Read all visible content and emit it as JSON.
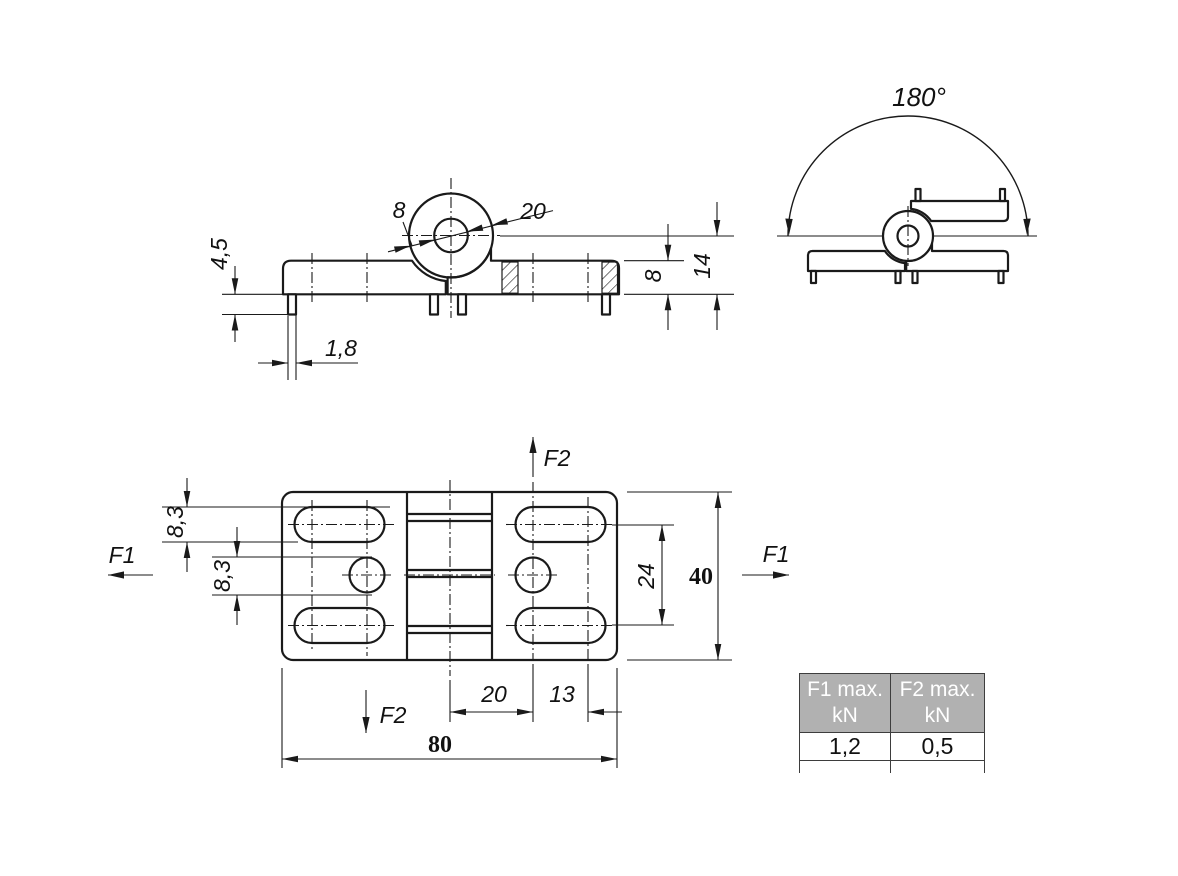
{
  "drawing": {
    "type": "technical-drawing-hinge",
    "line_color": "#1a1a1a",
    "background": "#ffffff"
  },
  "side_view": {
    "hole_diameter": "8",
    "knuckle_diameter": "20",
    "pin_height": "4,5",
    "pin_width": "1,8",
    "leaf_thickness": "8",
    "overall_height": "14"
  },
  "open_view": {
    "opening_angle": "180°"
  },
  "plan_view": {
    "slot_width": "8,3",
    "hole_diameter": "8,3",
    "force1_label": "F1",
    "force2_label": "F2",
    "hole_spacing": "24",
    "plate_width": "40",
    "axis_to_slot": "20",
    "slot_pitch": "13",
    "plate_length": "80"
  },
  "load_table": {
    "col1": {
      "header_line1": "F1 max.",
      "header_line2": "kN",
      "value": "1,2"
    },
    "col2": {
      "header_line1": "F2 max.",
      "header_line2": "kN",
      "value": "0,5"
    }
  }
}
